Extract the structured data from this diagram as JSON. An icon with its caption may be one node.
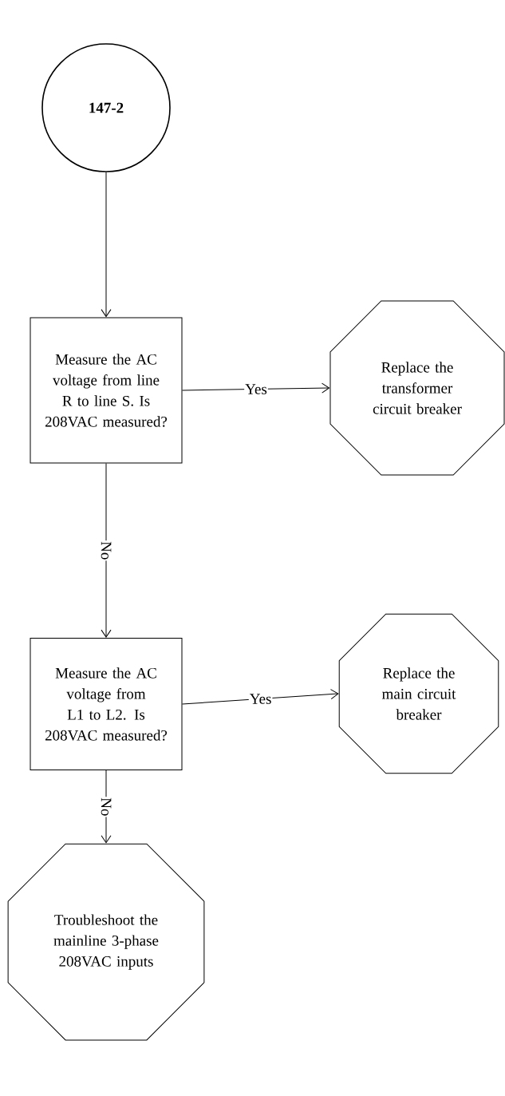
{
  "diagram": {
    "nodes": [
      {
        "text": [
          "**147-2**"
        ]
      },
      {
        "text": [
          "Measure the AC voltage from line R to line S. Is 208VAC measured?"
        ]
      },
      {
        "text": [
          "Replace the transformer circuit breaker"
        ]
      },
      {
        "text": [
          "Measure the AC voltage from L1 to L2. Is 208VAC measured?"
        ]
      },
      {
        "text": [
          "Replace the main circuit breaker"
        ]
      },
      {
        "text": [
          "Troubleshoot the mainline 3-phase 208VAC inputs"
        ]
      }
    ],
    "edges": [
      {
        "from": 0,
        "to": 1,
        "arrow": "to"
      },
      {
        "from": 1,
        "to": 2,
        "arrow": "to",
        "label": "Yes"
      },
      {
        "from": 1,
        "to": 3,
        "arrow": "to",
        "label": "No"
      },
      {
        "from": 3,
        "to": 4,
        "arrow": "to",
        "label": "Yes"
      },
      {
        "from": 3,
        "to": 5,
        "arrow": "to",
        "label": "No"
      }
    ]
  }
}
